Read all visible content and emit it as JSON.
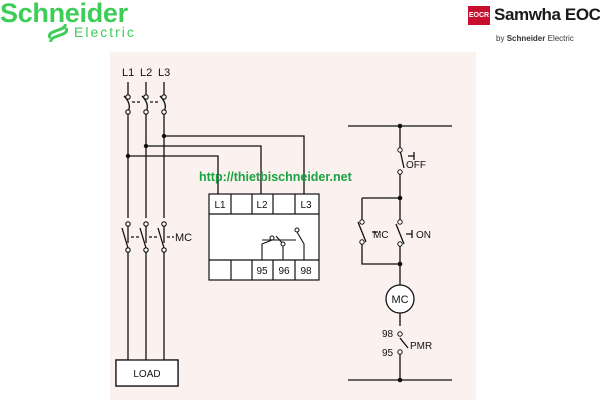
{
  "header": {
    "brand_name": "Schneider",
    "brand_sub": "Electric",
    "partner_badge": "EOCR",
    "partner_name": "Samwha EOCR",
    "partner_by": "by",
    "partner_by_brand": "Schneider",
    "partner_by_sub": "Electric"
  },
  "watermark": "http://thietbischneider.net",
  "power_circuit": {
    "phases": [
      "L1",
      "L2",
      "L3"
    ],
    "contactor_label": "MC",
    "load_label": "LOAD"
  },
  "relay": {
    "inputs": [
      "L1",
      "L2",
      "L3"
    ],
    "contacts": [
      "95",
      "96",
      "98"
    ]
  },
  "control_circuit": {
    "off_label": "OFF",
    "on_label": "ON",
    "hold_label": "MC",
    "coil_label": "MC",
    "alarm_top": "98",
    "alarm_bottom": "95",
    "alarm_label": "PMR"
  },
  "colors": {
    "brand_green": "#3dcd58",
    "panel_bg": "#fbf1ef",
    "line": "#111111",
    "watermark": "#1aa342",
    "partner_red": "#c8102e"
  }
}
